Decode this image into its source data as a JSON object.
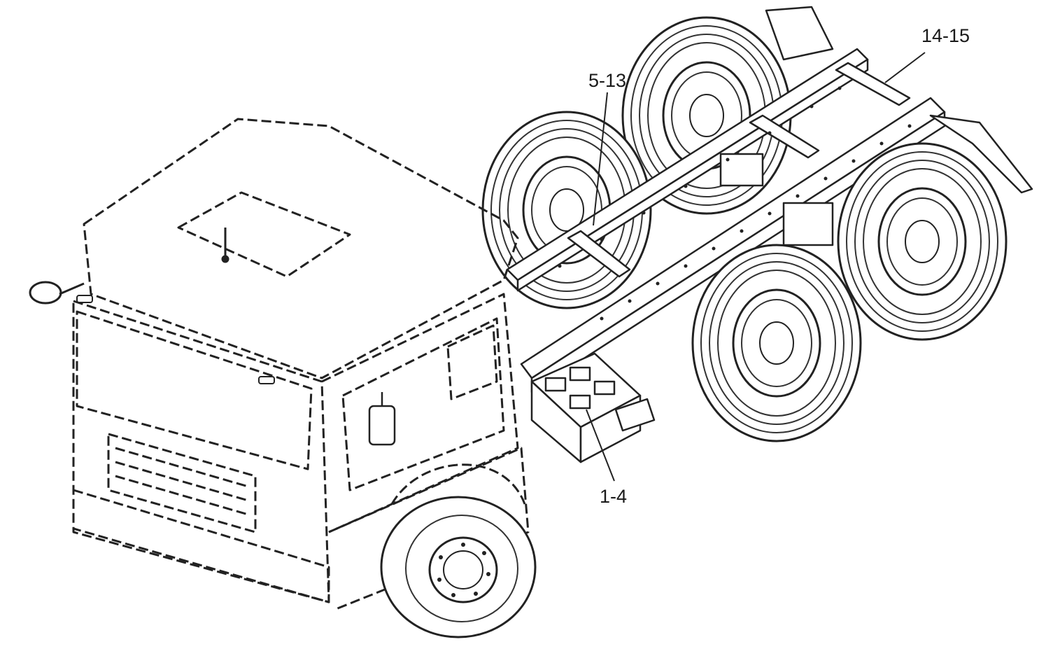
{
  "figure": {
    "callouts": [
      {
        "id": "14-15",
        "label": "14-15"
      },
      {
        "id": "5-13",
        "label": "5-13"
      },
      {
        "id": "1-4",
        "label": "1-4"
      }
    ]
  }
}
